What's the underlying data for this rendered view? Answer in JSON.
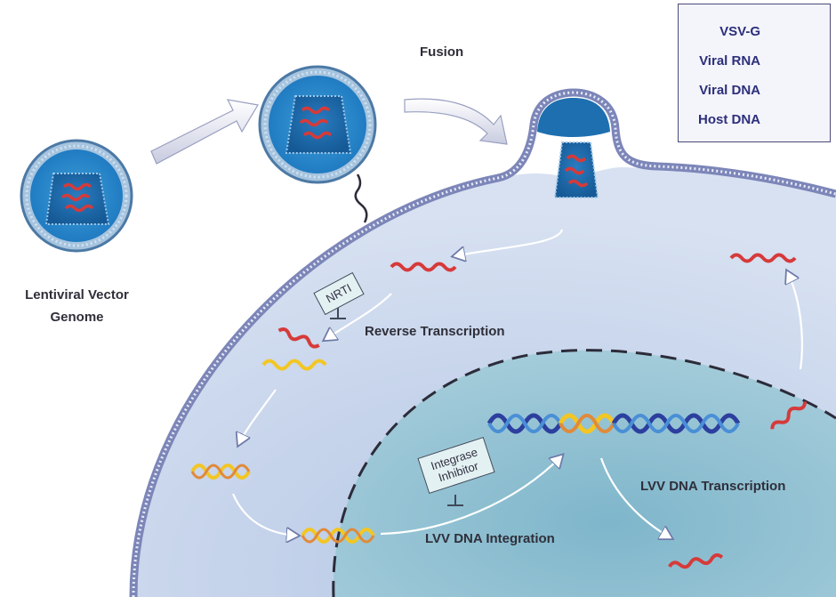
{
  "legend": {
    "items": [
      {
        "label": "VSV-G",
        "icon": "vsvg-icon"
      },
      {
        "label": "Viral RNA",
        "icon": "viral-rna-icon"
      },
      {
        "label": "Viral DNA",
        "icon": "viral-dna-icon"
      },
      {
        "label": "Host DNA",
        "icon": "host-dna-icon"
      }
    ]
  },
  "labels": {
    "fusion": "Fusion",
    "genome_line1": "Lentiviral Vector",
    "genome_line2": "Genome",
    "reverse_transcription": "Reverse Transcription",
    "integration": "LVV DNA Integration",
    "transcription": "LVV DNA Transcription"
  },
  "inhibitors": {
    "nrti": "NRTI",
    "integrase_line1": "Integrase",
    "integrase_line2": "Inhibitor"
  },
  "colors": {
    "cell": "#c9d6ec",
    "nucleus": "#9fc8d8",
    "membrane": "#7d86b8",
    "capsid": "#1e6fb0",
    "rna": "#d63a3a",
    "viral_dna": "#f3c623",
    "host_dna": "#2c3f9e",
    "arrow": "#e0e2ef"
  }
}
